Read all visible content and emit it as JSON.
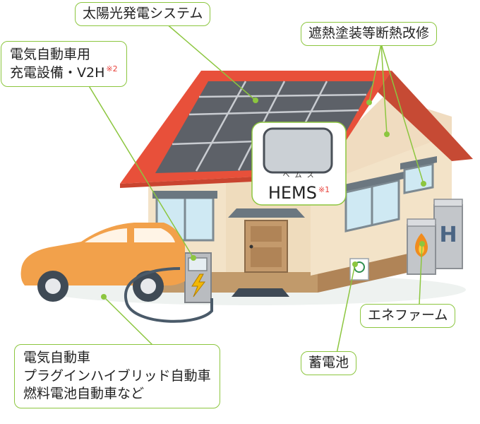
{
  "labels": {
    "solar": "太陽光発電システム",
    "insulation": "遮熱塗装等断熱改修",
    "ev_charger_line1": "電気自動車用",
    "ev_charger_line2": "充電設備・V2H",
    "ev_charger_note": "※2",
    "hems_ruby": "ヘ ム ス",
    "hems": "HEMS",
    "hems_note": "※1",
    "enefarm": "エネファーム",
    "battery": "蓄電池",
    "vehicles_line1": "電気自動車",
    "vehicles_line2": "プラグインハイブリッド自動車",
    "vehicles_line3": "燃料電池自動車など"
  },
  "colors": {
    "leader_green": "#8cc63f",
    "roof_red": "#e8503a",
    "wall_cream": "#f3e3c8",
    "car_orange": "#f2a14b",
    "note_red": "#e8413a"
  },
  "icons": [
    "solar-panel-icon",
    "house-icon",
    "car-icon",
    "charger-icon",
    "lightning-icon",
    "fuel-cell-unit-icon",
    "flame-icon",
    "hydrogen-icon",
    "battery-icon",
    "hems-monitor-icon"
  ]
}
